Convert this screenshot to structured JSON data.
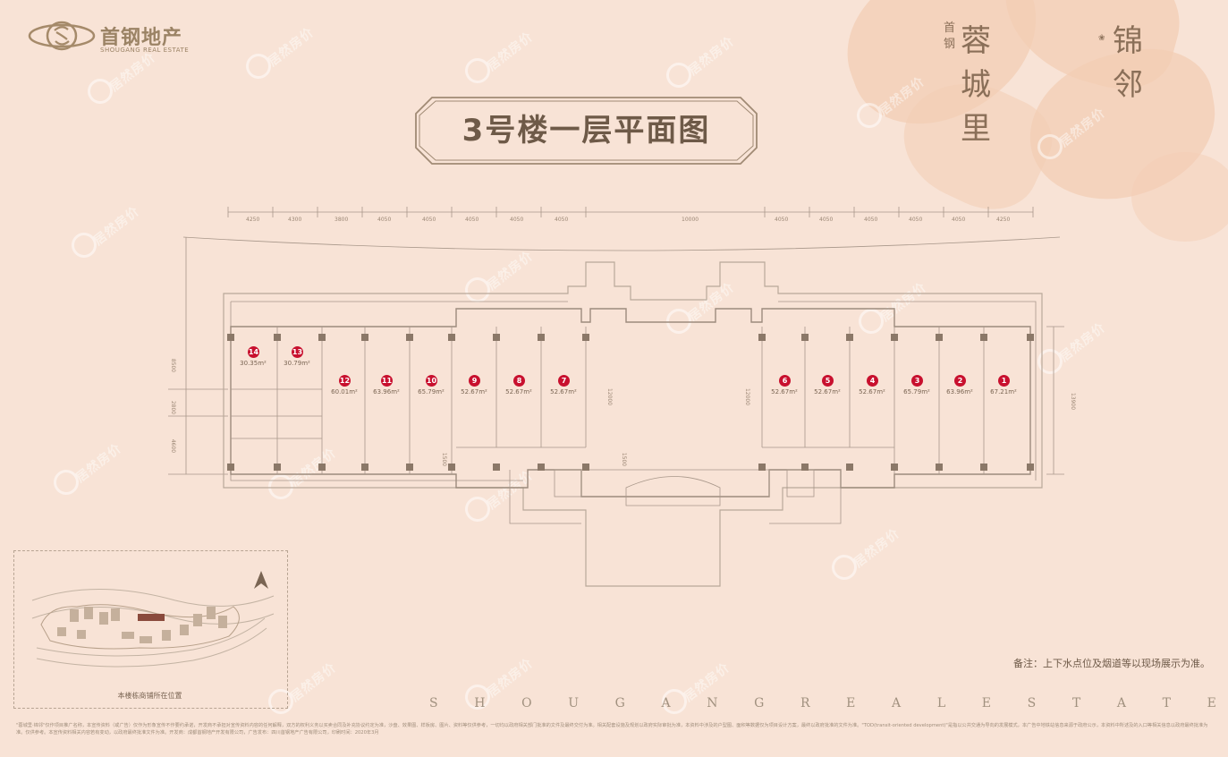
{
  "brand": {
    "developer_cn": "首钢地产",
    "developer_en": "SHOUGANG REAL ESTATE",
    "project_small_1": "首",
    "project_small_2": "钢",
    "project_name": "蓉城里",
    "project_sep": "锦邻",
    "accent": "#c8102e",
    "background": "#f8e3d6"
  },
  "title": "3号楼一层平面图",
  "units": [
    {
      "no": "14",
      "area": "30.35m²"
    },
    {
      "no": "13",
      "area": "30.79m²"
    },
    {
      "no": "12",
      "area": "60.01m²"
    },
    {
      "no": "11",
      "area": "63.96m²"
    },
    {
      "no": "10",
      "area": "65.79m²"
    },
    {
      "no": "9",
      "area": "52.67m²"
    },
    {
      "no": "8",
      "area": "52.67m²"
    },
    {
      "no": "7",
      "area": "52.67m²"
    },
    {
      "no": "6",
      "area": "52.67m²"
    },
    {
      "no": "5",
      "area": "52.67m²"
    },
    {
      "no": "4",
      "area": "52.67m²"
    },
    {
      "no": "3",
      "area": "65.79m²"
    },
    {
      "no": "2",
      "area": "63.96m²"
    },
    {
      "no": "1",
      "area": "67.21m²"
    }
  ],
  "dimensions_top": [
    "4250",
    "4300",
    "3800",
    "4050",
    "4050",
    "4050",
    "4050",
    "4050",
    "10000",
    "4050",
    "4050",
    "4050",
    "4050",
    "4050",
    "4250"
  ],
  "dimensions_side": [
    "8500",
    "2800",
    "4600",
    "12000",
    "12000",
    "13900",
    "1500",
    "1500"
  ],
  "keymap": {
    "caption": "本楼栋商铺所在位置"
  },
  "note": "备注：上下水点位及烟道等以现场展示为准。",
  "brand_spaced": [
    "S",
    "H",
    "O",
    "U",
    "G",
    "A",
    "N",
    "G",
    "R",
    "E",
    "A",
    "L",
    "E",
    "S",
    "T",
    "A",
    "T",
    "E"
  ],
  "watermark": "居然房价",
  "disclaimer": "\"蓉城里·锦邻\"仅作项目推广名称，本宣传资料（或广告）仅作为形象宣传不作要约承诺，开发商不承担对宣传资料内容的任何解释，双方的权利义务以买卖合同及补充协议约定为准，沙盘、效果图、样板房、图片、资料等仅供参考，一切均以政府相关部门批准的文件及最终交付为准。相关配套设施及规划以政府实际审批为准，本资料中涉及的户型图、面积等数据仅为项目设计方案，最终以政府批准的文件为准。\"TOD(transit-oriented development)\"是指以公共交通为导向的发展模式，本广告中地铁站信息来源于政府公示，本资料中所述及的入口等相关信息以政府最终批准为准。仅供参考。本宣传资料相关内容若有变动，以政府最终批准文件为准。开发商：成都首钢地产开发有限公司，广告发布：四川首钢地产广告有限公司，印刷时间：2020年3月"
}
